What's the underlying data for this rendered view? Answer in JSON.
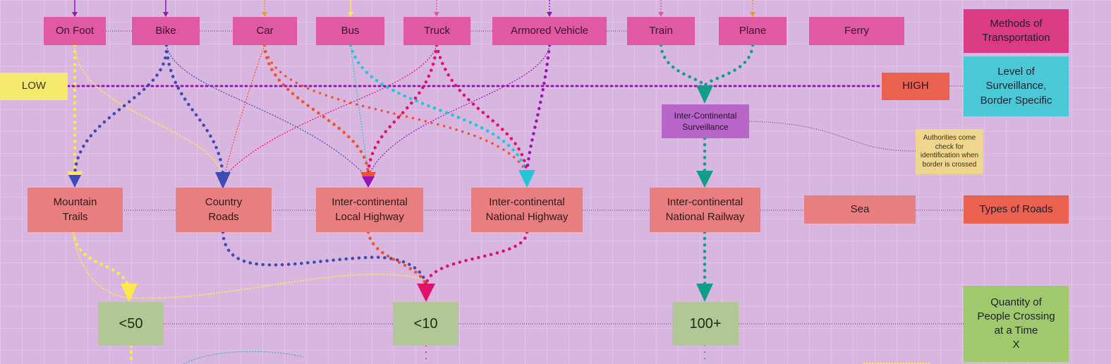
{
  "methods": {
    "on_foot": "On Foot",
    "bike": "Bike",
    "car": "Car",
    "bus": "Bus",
    "truck": "Truck",
    "armored_vehicle": "Armored Vehicle",
    "train": "Train",
    "plane": "Plane",
    "ferry": "Ferry"
  },
  "surveillance": {
    "low": "LOW",
    "high": "HIGH",
    "inter_continental": "Inter-Continental\nSurveillance",
    "note": "Authorities come\ncheck for\nidentification when\nborder is crossed"
  },
  "roads": {
    "mountain_trails": "Mountain\nTrails",
    "country_roads": "Country\nRoads",
    "local_highway": "Inter-continental\nLocal Highway",
    "national_highway": "Inter-continental\nNational Highway",
    "national_railway": "Inter-continental\nNational Railway",
    "sea": "Sea"
  },
  "quantities": {
    "lt50": "<50",
    "lt10": "<10",
    "gt100": "100+"
  },
  "legend": {
    "methods": "Methods of\nTransportation",
    "surveillance": "Level of\nSurveillance,\nBorder Specific",
    "roads": "Types of Roads",
    "quantity": "Quantity of\nPeople Crossing\nat a Time\nX"
  },
  "colors": {
    "background": "#d9b6e0",
    "method_box": "#e05aa3",
    "road_box": "#e87e80",
    "quantity_box": "#b1c795",
    "low_box": "#f5e96e",
    "high_box": "#ea6150",
    "surveillance_box": "#b865c9",
    "note_box": "#efd58d",
    "legend_methods": "#db3b85",
    "legend_surveillance": "#4ac8d6",
    "legend_roads": "#ea6150",
    "legend_quantity": "#9fc96c",
    "yellow_line": "#ffe84a",
    "blue_line": "#3f4bb5",
    "orange_line": "#f0522e",
    "cyan_line": "#22c6d8",
    "magenta_line": "#e0116a",
    "purple_line": "#9814b4",
    "teal_line": "#119e86"
  }
}
